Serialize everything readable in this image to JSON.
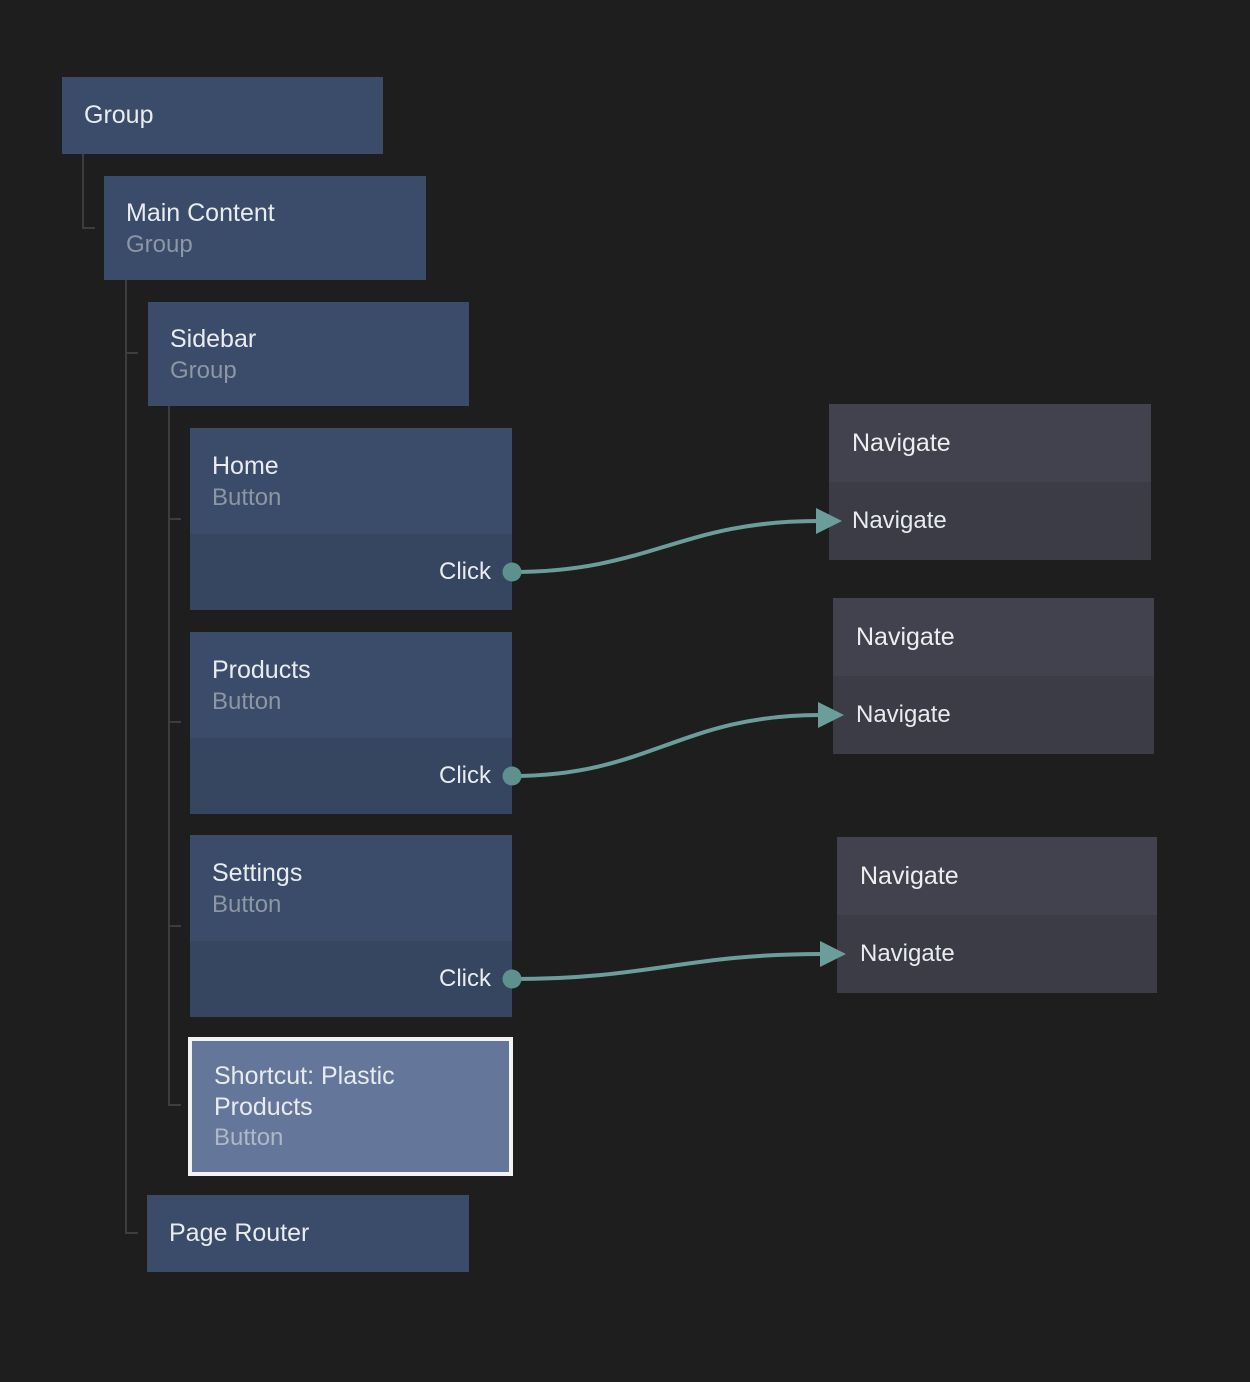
{
  "app": {
    "view": "component-tree-node-graph"
  },
  "colors": {
    "canvas_bg": "#1e1e1e",
    "node_blue": "#3a4c69",
    "node_blue_port_row": "#364560",
    "node_gray_header": "#41424e",
    "node_gray_body": "#3b3c46",
    "node_selected_bg": "#64769a",
    "selection_border": "#f2f2f2",
    "wire": "#6b9d9a",
    "port": "#5e918e",
    "tree_line": "#3d3d3d",
    "title_text": "#e9ecef",
    "subtitle_text": "#8c96a4"
  },
  "nodes": {
    "group": {
      "title": "Group"
    },
    "main_content": {
      "title": "Main Content",
      "subtitle": "Group"
    },
    "sidebar": {
      "title": "Sidebar",
      "subtitle": "Group"
    },
    "home": {
      "title": "Home",
      "subtitle": "Button",
      "port_label": "Click"
    },
    "products": {
      "title": "Products",
      "subtitle": "Button",
      "port_label": "Click"
    },
    "settings": {
      "title": "Settings",
      "subtitle": "Button",
      "port_label": "Click"
    },
    "shortcut": {
      "title": "Shortcut: Plastic Products",
      "subtitle": "Button",
      "selected": true
    },
    "page_router": {
      "title": "Page Router"
    },
    "navigate_home": {
      "header": "Navigate",
      "action": "Navigate"
    },
    "navigate_products": {
      "header": "Navigate",
      "action": "Navigate"
    },
    "navigate_settings": {
      "header": "Navigate",
      "action": "Navigate"
    }
  },
  "edges": [
    {
      "from": "home",
      "port": "Click",
      "to": "navigate_home"
    },
    {
      "from": "products",
      "port": "Click",
      "to": "navigate_products"
    },
    {
      "from": "settings",
      "port": "Click",
      "to": "navigate_settings"
    }
  ]
}
